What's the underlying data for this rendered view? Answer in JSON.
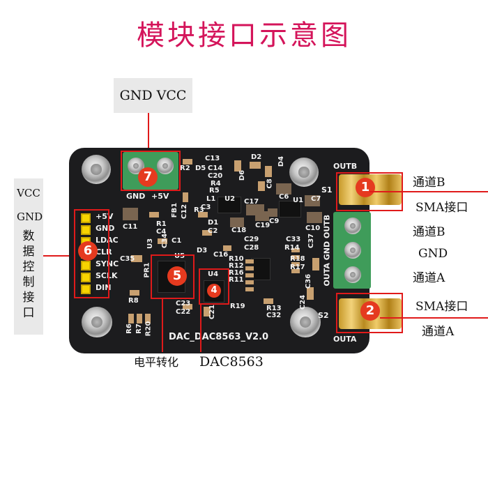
{
  "title": "模块接口示意图",
  "top_label": "GND VCC",
  "left_labels": [
    "VCC",
    "GND",
    "数",
    "据",
    "控",
    "制",
    "接",
    "口"
  ],
  "right_labels": {
    "ch_b_top": "通道B",
    "sma_top": "SMA接口",
    "terminal_b": "通道B",
    "terminal_gnd": "GND",
    "terminal_a": "通道A",
    "sma_bottom": "SMA接口",
    "ch_a_bottom": "通道A"
  },
  "bottom_labels": {
    "level_shift": "电平转化",
    "dac": "DAC8563"
  },
  "badges": [
    "1",
    "2",
    "4",
    "5",
    "6",
    "7"
  ],
  "pcb": {
    "board_name": "DAC_DAC8563_V2.0",
    "header_pins": [
      "+5V",
      "GND",
      "LDAC",
      "CLR",
      "SYNC",
      "SCLK",
      "DIN"
    ],
    "terminal_labels": [
      "GND",
      "+5V"
    ],
    "right_terminal_text": "OUTA GND OUTB",
    "outb": "OUTB",
    "outa": "OUTA",
    "s1": "S1",
    "s2": "S2",
    "refs": [
      "C13",
      "D2",
      "R2",
      "D5",
      "C14",
      "C20",
      "R4",
      "R5",
      "C8",
      "C6",
      "C9",
      "D6",
      "D4",
      "L1",
      "U2",
      "C7",
      "FB1",
      "R3",
      "C12",
      "C17",
      "C18",
      "C19",
      "C10",
      "C11",
      "R1",
      "C4",
      "C34",
      "D1",
      "C3",
      "C1",
      "C2",
      "D3",
      "C33",
      "C16",
      "R14",
      "C29",
      "C28",
      "C37",
      "U5",
      "C35",
      "PR1",
      "R10",
      "R12",
      "R16",
      "R11",
      "R18",
      "R17",
      "U4",
      "R13",
      "C32",
      "R19",
      "C23",
      "C22",
      "C21",
      "C24",
      "C36",
      "R8",
      "R6",
      "R7",
      "R20",
      "U3",
      "U1"
    ]
  },
  "colors": {
    "title": "#d4145a",
    "badge": "#e53a1f",
    "box": "#e01a1a",
    "board": "#1c1c1e",
    "terminal": "#3f9c5a"
  }
}
